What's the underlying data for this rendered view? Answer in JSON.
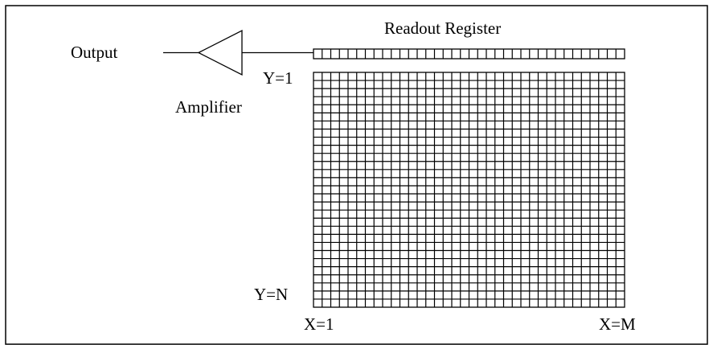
{
  "labels": {
    "readout_register": "Readout Register",
    "output": "Output",
    "amplifier": "Amplifier",
    "y_first": "Y=1",
    "y_last": "Y=N",
    "x_first": "X=1",
    "x_last": "X=M"
  },
  "colors": {
    "line": "#000000",
    "background": "#ffffff"
  }
}
